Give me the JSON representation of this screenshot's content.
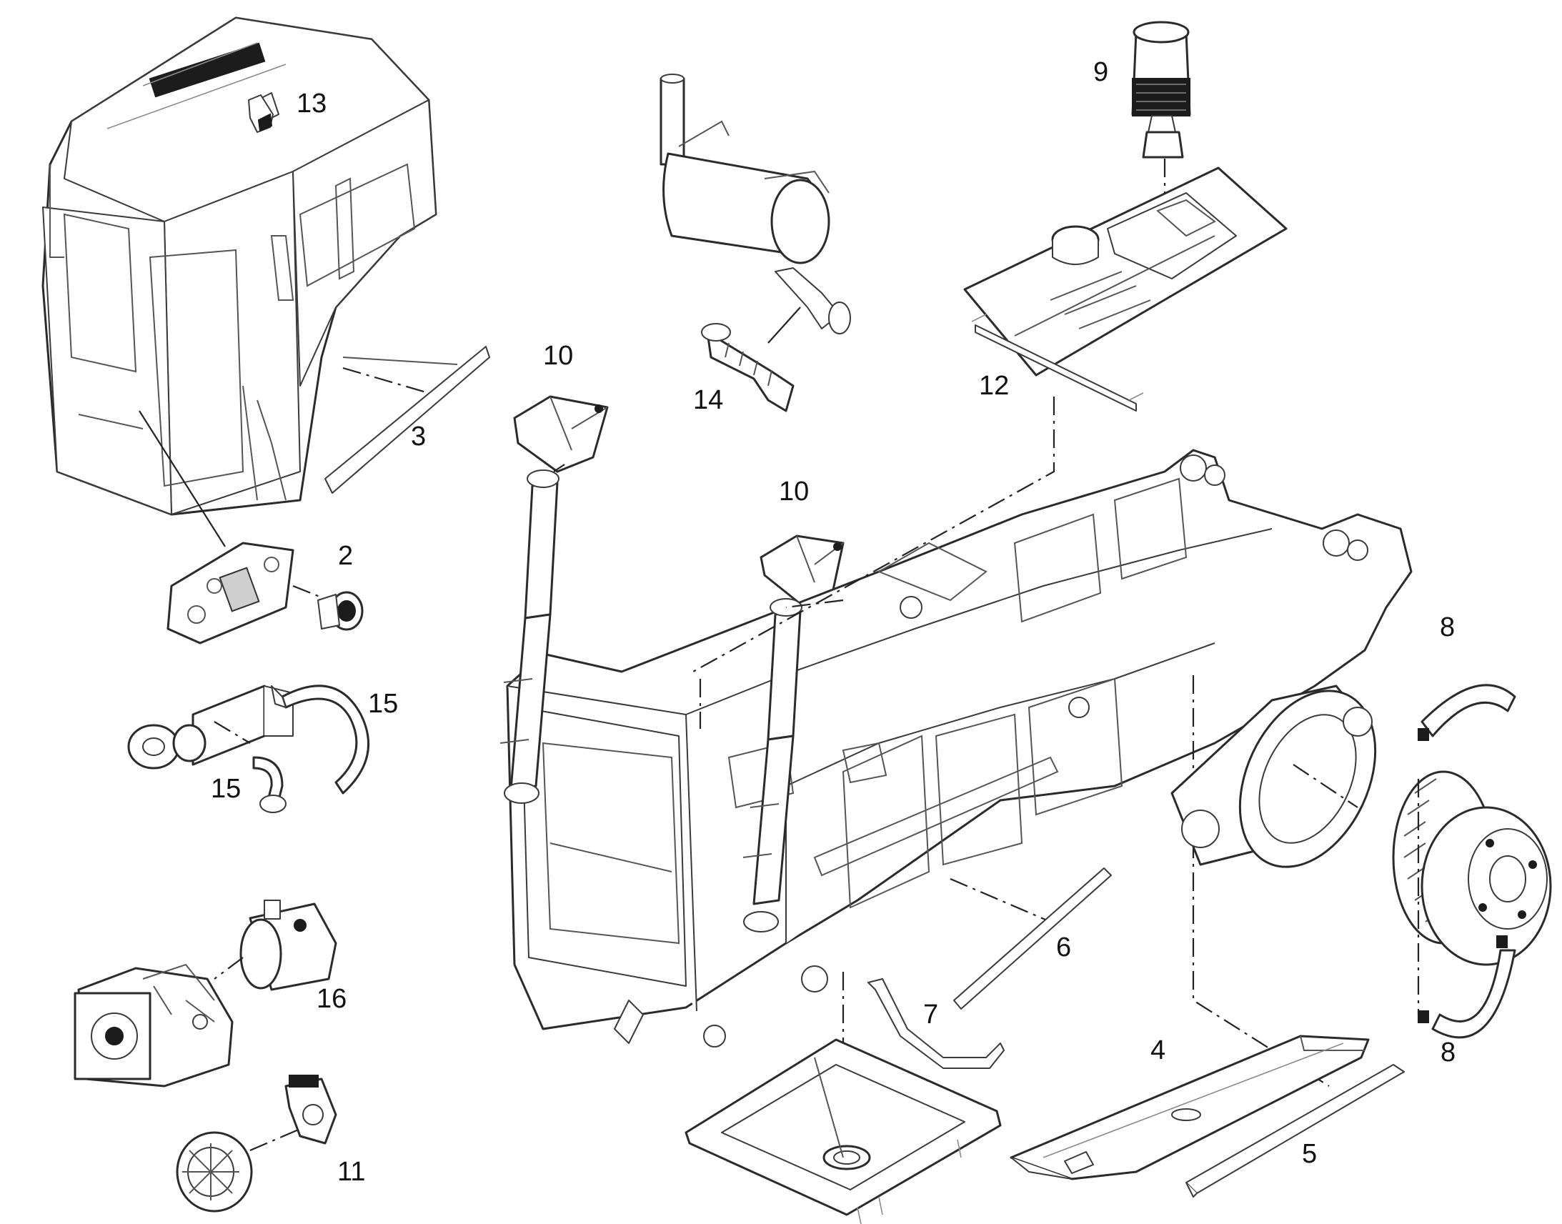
{
  "diagram": {
    "callouts": [
      {
        "id": "c1",
        "label": "13"
      },
      {
        "id": "c2",
        "label": "9"
      },
      {
        "id": "c3",
        "label": "10"
      },
      {
        "id": "c4",
        "label": "14"
      },
      {
        "id": "c5",
        "label": "12"
      },
      {
        "id": "c6",
        "label": "3"
      },
      {
        "id": "c7",
        "label": "10"
      },
      {
        "id": "c8",
        "label": "2"
      },
      {
        "id": "c9",
        "label": "8"
      },
      {
        "id": "c10",
        "label": "15"
      },
      {
        "id": "c11",
        "label": "15"
      },
      {
        "id": "c12",
        "label": "6"
      },
      {
        "id": "c13",
        "label": "16"
      },
      {
        "id": "c14",
        "label": "7"
      },
      {
        "id": "c15",
        "label": "4"
      },
      {
        "id": "c16",
        "label": "8"
      },
      {
        "id": "c17",
        "label": "5"
      },
      {
        "id": "c18",
        "label": "11"
      }
    ]
  }
}
